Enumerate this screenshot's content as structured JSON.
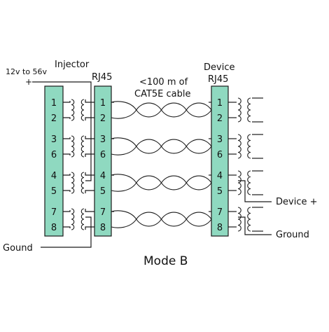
{
  "labels": {
    "voltage": "12v to 56v",
    "plus": "+",
    "injector": "Injector",
    "rj45_left": "RJ45",
    "cable_line1": "<100 m of",
    "cable_line2": "CAT5E cable",
    "device": "Device",
    "rj45_right": "RJ45",
    "device_plus": "Device +",
    "ground_right": "Ground",
    "ground_left": "Gound",
    "mode": "Mode B"
  },
  "pins": [
    "1",
    "2",
    "3",
    "6",
    "4",
    "5",
    "7",
    "8"
  ],
  "colors": {
    "connector_fill": "#8fd9c0",
    "line": "#1a1a1a",
    "background": "#ffffff"
  }
}
